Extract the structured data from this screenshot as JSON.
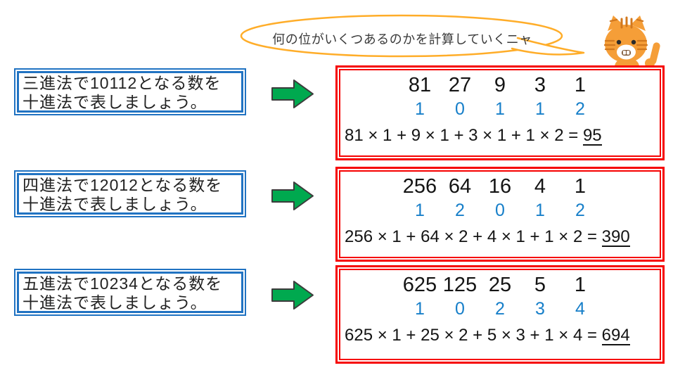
{
  "slide": {
    "speech_bubble_text": "何の位がいくつあるのかを計算していくニャ"
  },
  "problems": [
    {
      "question_line1": "三進法で10112となる数を",
      "question_line2": "十進法で表しましょう。",
      "place_values": [
        "81",
        "27",
        "9",
        "3",
        "1"
      ],
      "digits": [
        "1",
        "0",
        "1",
        "1",
        "2"
      ],
      "formula_expression": "81 × 1 + 9 × 1 + 3 × 1 + 1 × 2 = ",
      "formula_result": "95"
    },
    {
      "question_line1": "四進法で12012となる数を",
      "question_line2": "十進法で表しましょう。",
      "place_values": [
        "256",
        "64",
        "16",
        "4",
        "1"
      ],
      "digits": [
        "1",
        "2",
        "0",
        "1",
        "2"
      ],
      "formula_expression": "256 × 1 + 64 × 2 + 4 × 1 + 1 × 2 = ",
      "formula_result": "390"
    },
    {
      "question_line1": "五進法で10234となる数を",
      "question_line2": "十進法で表しましょう。",
      "place_values": [
        "625",
        "125",
        "25",
        "5",
        "1"
      ],
      "digits": [
        "1",
        "0",
        "2",
        "3",
        "4"
      ],
      "formula_expression": "625 × 1 + 25 × 2 + 5 × 3 + 1 × 4 = ",
      "formula_result": "694"
    }
  ],
  "icons": {
    "arrow": "green-block-arrow-right",
    "mascot": "orange-tabby-cat"
  },
  "colors": {
    "question_border_blue": "#2173C2",
    "answer_border_red": "#F60000",
    "digit_blue": "#177FC9",
    "arrow_green": "#00A94F",
    "bubble_orange": "#FFAD29",
    "text_black": "#141414"
  }
}
